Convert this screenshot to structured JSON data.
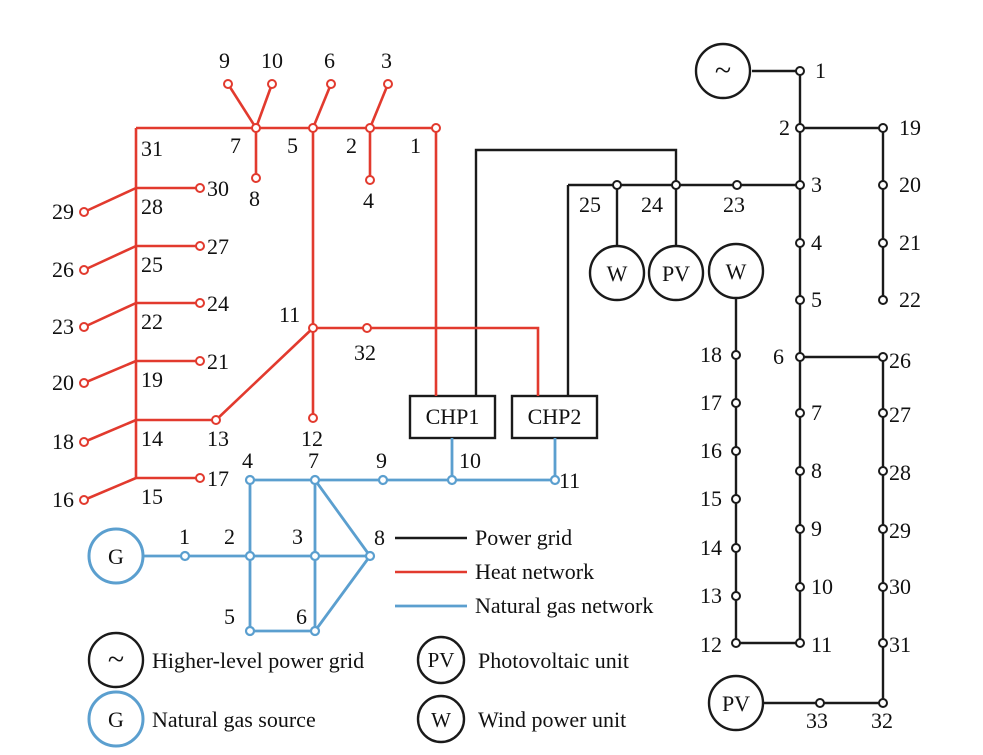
{
  "legend": {
    "power_grid": "Power grid",
    "heat_network": "Heat  network",
    "gas_network": "Natural gas network",
    "higher_grid": "Higher-level power grid",
    "gas_source": "Natural gas source",
    "pv_unit": "Photovoltaic unit",
    "wind_unit": "Wind power unit",
    "symbol_tilde": "~",
    "symbol_g": "G",
    "symbol_pv": "PV",
    "symbol_w": "W"
  },
  "units": {
    "chp1": "CHP1",
    "chp2": "CHP2",
    "gas_source": "G",
    "tilde": "~",
    "pv": "PV",
    "w": "W"
  },
  "heat_labels": [
    "9",
    "10",
    "6",
    "3",
    "31",
    "7",
    "5",
    "2",
    "1",
    "8",
    "4",
    "29",
    "28",
    "30",
    "26",
    "25",
    "27",
    "23",
    "22",
    "24",
    "11",
    "32",
    "20",
    "19",
    "21",
    "18",
    "14",
    "13",
    "12",
    "16",
    "15",
    "17"
  ],
  "gas_labels": [
    "4",
    "7",
    "9",
    "10",
    "11",
    "1",
    "2",
    "3",
    "8",
    "5",
    "6"
  ],
  "power_labels": [
    "1",
    "2",
    "19",
    "3",
    "20",
    "25",
    "24",
    "23",
    "4",
    "21",
    "5",
    "22",
    "6",
    "26",
    "18",
    "7",
    "27",
    "17",
    "16",
    "8",
    "28",
    "15",
    "9",
    "29",
    "14",
    "13",
    "10",
    "30",
    "12",
    "11",
    "31",
    "33",
    "32"
  ]
}
